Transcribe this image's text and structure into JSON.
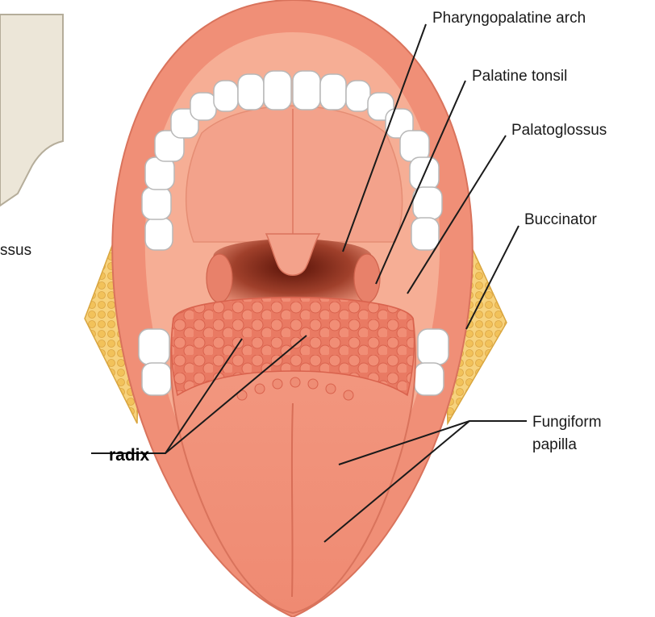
{
  "labels": {
    "pharyngopalatine_arch": "Pharyngopalatine arch",
    "palatine_tonsil": "Palatine tonsil",
    "palatoglossus": "Palatoglossus",
    "buccinator": "Buccinator",
    "fungiform_line1": "Fungiform",
    "fungiform_line2": "papilla",
    "radix": "radix",
    "partial_left_label": "ssus"
  },
  "colors": {
    "lip": "#f08f77",
    "cavity": "#f6ae95",
    "palate": "#f2a08a",
    "tongue": "#f1937c",
    "papillae": "#e8735e",
    "tooth": "#ffffff",
    "tooth_edge": "#b8b8b8",
    "throat": "#8c2d1d",
    "fat": "#f5c760",
    "leader_line": "#1a1a1a",
    "inset_panel": "#ece6d8"
  }
}
